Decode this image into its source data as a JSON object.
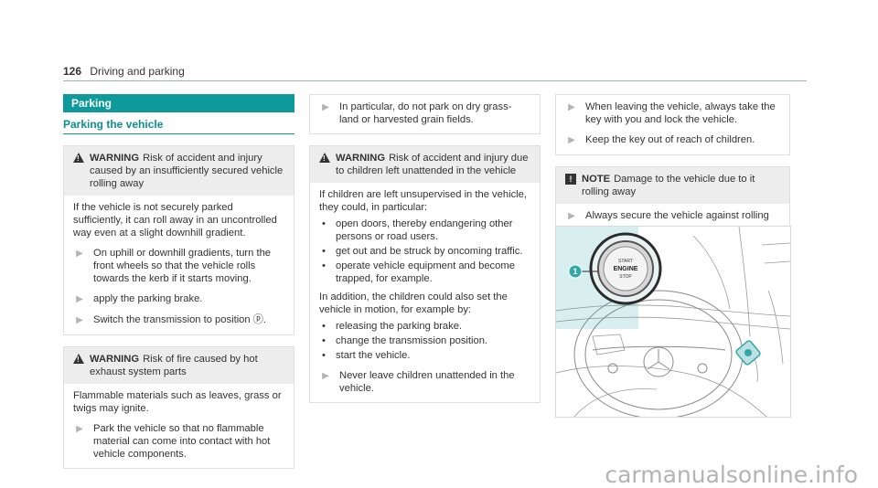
{
  "header": {
    "page_number": "126",
    "section": "Driving and parking"
  },
  "col1": {
    "bar": "Parking",
    "subhead": "Parking the vehicle",
    "warning1": {
      "keyword": "WARNING",
      "title": "Risk of accident and injury caused by an insufficiently secured vehicle rolling away",
      "text": "If the vehicle is not securely parked sufficiently, it can roll away in an uncontrolled way even at a slight downhill gradient.",
      "steps": [
        "On uphill or downhill gradients, turn the front wheels so that the vehicle rolls towards the kerb if it starts moving.",
        "apply the parking brake.",
        "Switch the transmission to position ⓟ."
      ]
    },
    "warning2": {
      "keyword": "WARNING",
      "title": "Risk of fire caused by hot exhaust system parts",
      "text": "Flammable materials such as leaves, grass or twigs may ignite.",
      "steps": [
        "Park the vehicle so that no flammable material can come into contact with hot vehicle components."
      ]
    }
  },
  "col2": {
    "top_step": "In particular, do not park on dry grass-land or harvested grain fields.",
    "warning": {
      "keyword": "WARNING",
      "title": "Risk of accident and injury due to children left unattended in the vehicle",
      "intro": "If children are left unsupervised in the vehicle, they could, in particular:",
      "bullets1": [
        "open doors, thereby endangering other persons or road users.",
        "get out and be struck by oncoming traffic.",
        "operate vehicle equipment and become trapped, for example."
      ],
      "mid": "In addition, the children could also set the vehicle in motion, for example by:",
      "bullets2": [
        "releasing the parking brake.",
        "change the transmission position.",
        "start the vehicle."
      ],
      "step": "Never leave children unattended in the vehicle."
    }
  },
  "col3": {
    "steps": [
      "When leaving the vehicle, always take the key with you and lock the vehicle.",
      "Keep the key out of reach of children."
    ],
    "note": {
      "keyword": "NOTE",
      "title": "Damage to the vehicle due to it rolling away",
      "step": "Always secure the vehicle against rolling away."
    },
    "illustration": {
      "callout": "1",
      "button_lines": [
        "START",
        "ENGINE",
        "STOP"
      ]
    }
  },
  "watermark": "carmanualsonline.info"
}
